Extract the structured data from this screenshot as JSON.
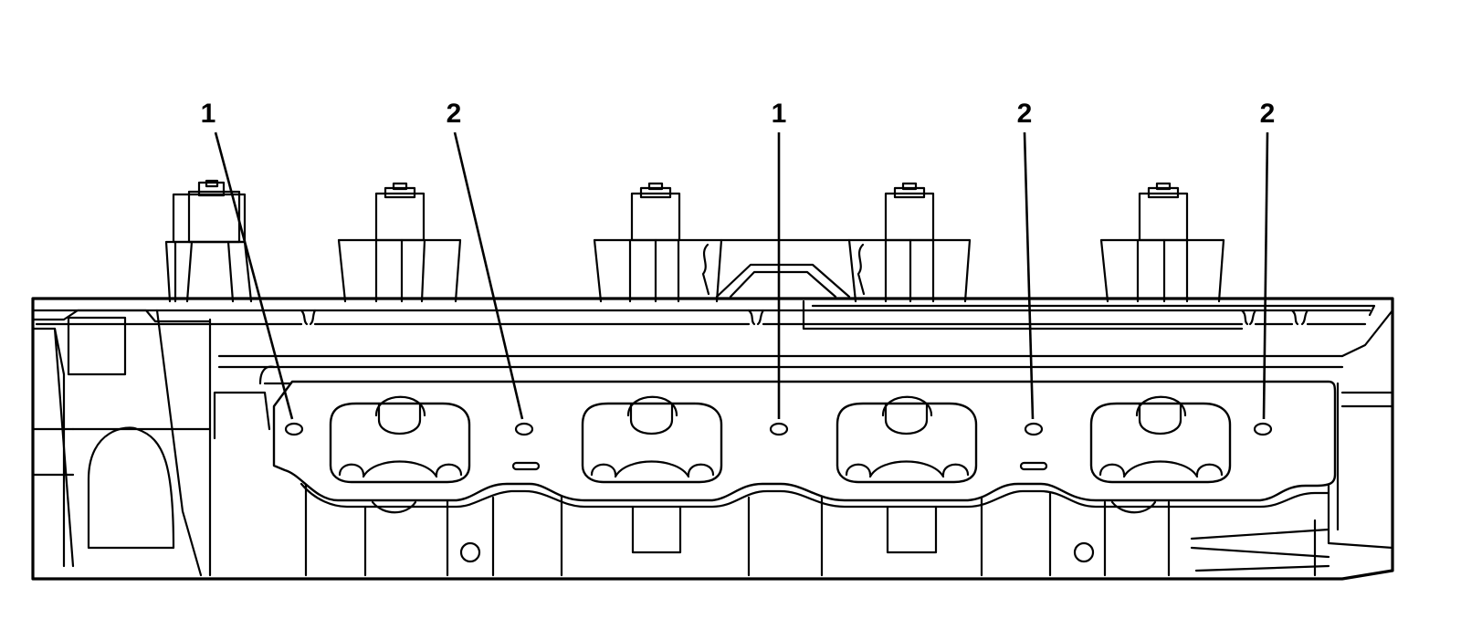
{
  "callouts": [
    {
      "label": "1",
      "target": "exhaust-manifold-stud-hole"
    },
    {
      "label": "2",
      "target": "exhaust-manifold-stud-hole"
    },
    {
      "label": "1",
      "target": "exhaust-manifold-stud-hole"
    },
    {
      "label": "2",
      "target": "exhaust-manifold-stud-hole"
    },
    {
      "label": "2",
      "target": "exhaust-manifold-stud-hole"
    }
  ],
  "colors": {
    "line": "#000000",
    "background": "#ffffff"
  }
}
